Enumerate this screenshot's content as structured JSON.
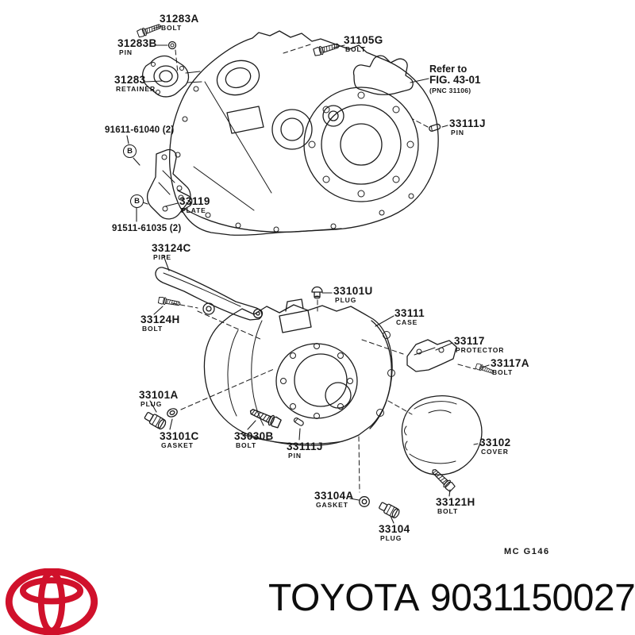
{
  "figure": {
    "refer_note": {
      "line1": "Refer to",
      "line2": "FIG. 43-01",
      "line3": "(PNC 31106)"
    },
    "figure_code": "MC G146",
    "callout_b": "B",
    "labels": [
      {
        "number": "31283A",
        "name": "BOLT"
      },
      {
        "number": "31283B",
        "name": "PIN"
      },
      {
        "number": "31283",
        "name": "RETAINER"
      },
      {
        "number": "91611-61040 (2)",
        "name": ""
      },
      {
        "number": "33119",
        "name": "PLATE"
      },
      {
        "number": "91511-61035 (2)",
        "name": ""
      },
      {
        "number": "31105G",
        "name": "BOLT"
      },
      {
        "number": "33111J",
        "name": "PIN"
      },
      {
        "number": "33124C",
        "name": "PIPE"
      },
      {
        "number": "33124H",
        "name": "BOLT"
      },
      {
        "number": "33101U",
        "name": "PLUG"
      },
      {
        "number": "33111",
        "name": "CASE"
      },
      {
        "number": "33117",
        "name": "PROTECTOR"
      },
      {
        "number": "33117A",
        "name": "BOLT"
      },
      {
        "number": "33101A",
        "name": "PLUG"
      },
      {
        "number": "33101C",
        "name": "GASKET"
      },
      {
        "number": "33030B",
        "name": "BOLT"
      },
      {
        "number": "33111J",
        "name": "PIN"
      },
      {
        "number": "33102",
        "name": "COVER"
      },
      {
        "number": "33104A",
        "name": "GASKET"
      },
      {
        "number": "33104",
        "name": "PLUG"
      },
      {
        "number": "33121H",
        "name": "BOLT"
      }
    ]
  },
  "footer": {
    "brand": "TOYOTA",
    "part_number": "9031150027",
    "logo_color": "#d0112b"
  }
}
